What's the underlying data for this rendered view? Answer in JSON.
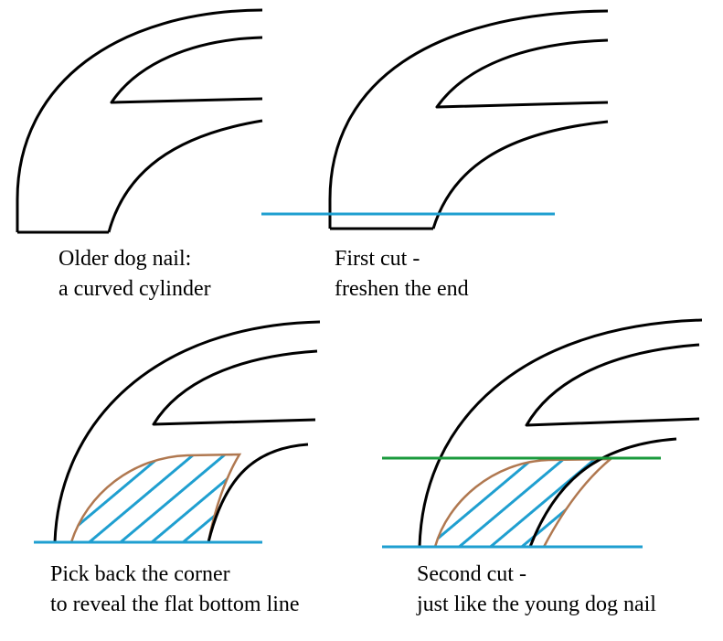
{
  "colors": {
    "outline": "#000000",
    "cut_line": "#1f9fd0",
    "second_cut_line": "#1a9a3c",
    "corner_outline": "#b07850",
    "hatch": "#1f9fd0",
    "background": "#ffffff"
  },
  "panels": [
    {
      "caption_line1": "Older dog nail:",
      "caption_line2": "a curved cylinder"
    },
    {
      "caption_line1": "First cut -",
      "caption_line2": "freshen the end"
    },
    {
      "caption_line1": "Pick back the corner",
      "caption_line2": "to reveal the flat bottom line"
    },
    {
      "caption_line1": "Second cut -",
      "caption_line2": "just like the young dog nail"
    }
  ]
}
